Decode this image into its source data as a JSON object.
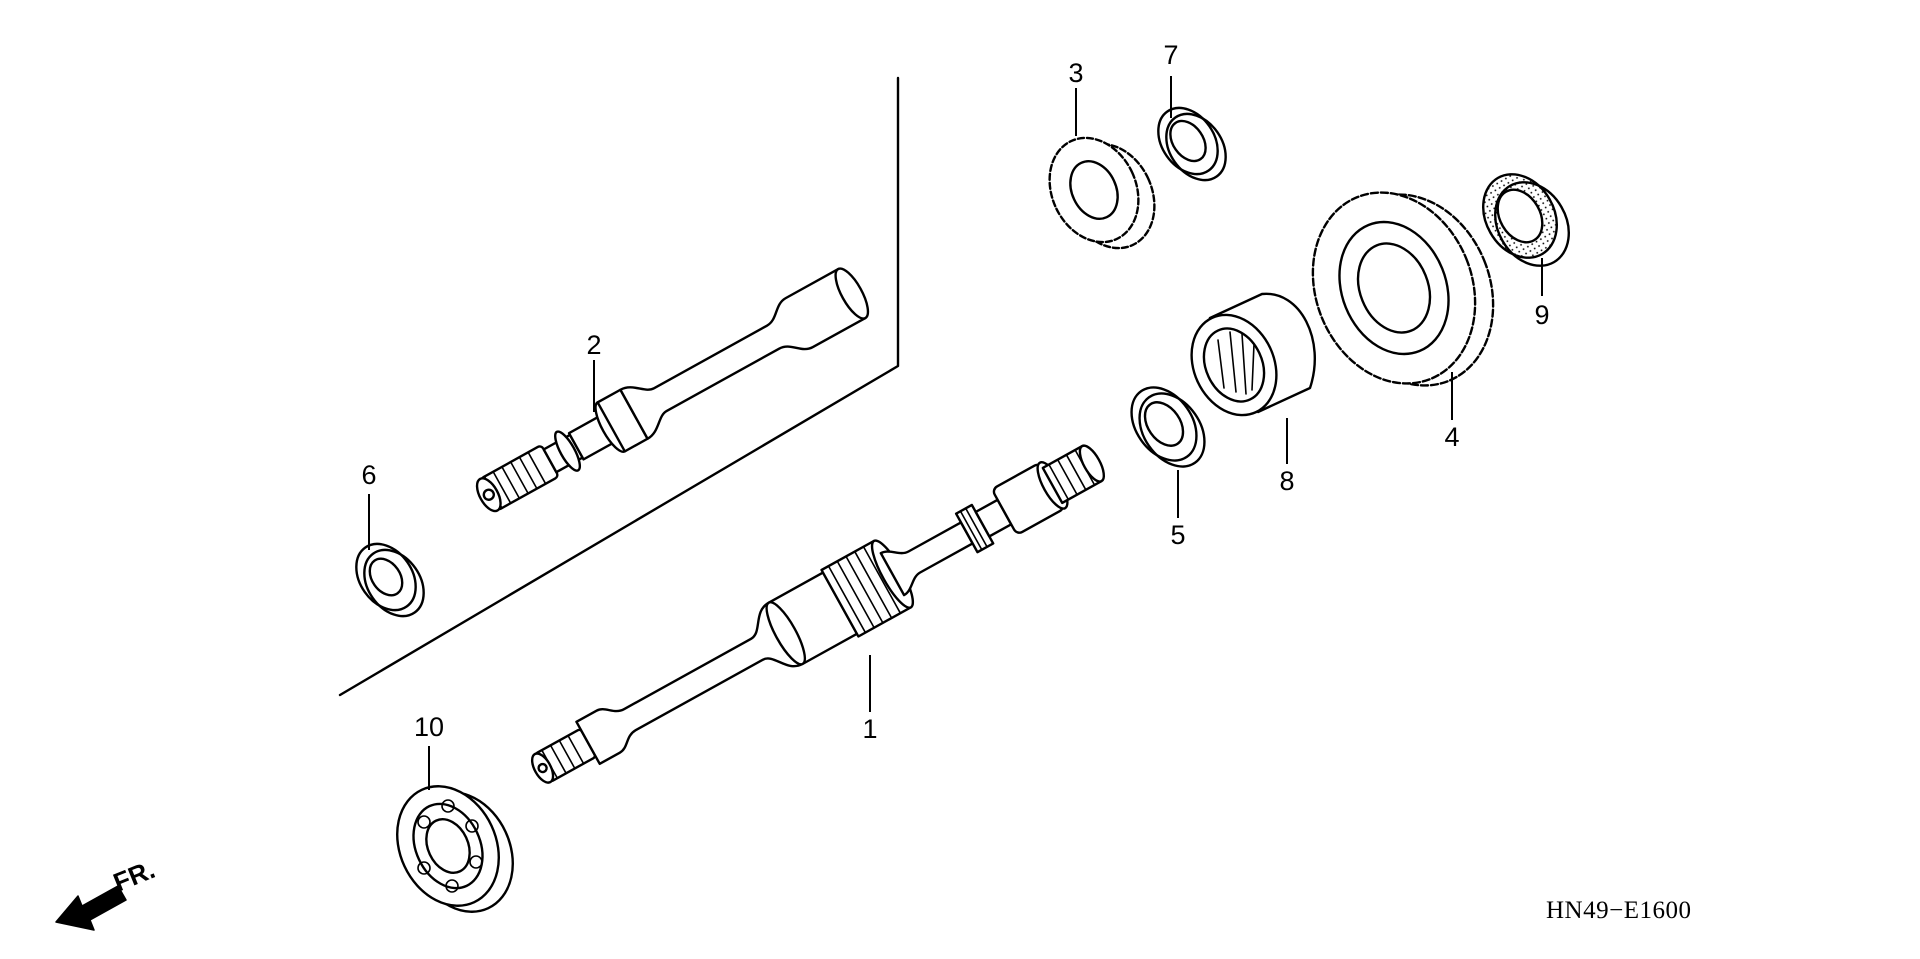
{
  "diagram": {
    "drawing_code": "HN49−E1600",
    "front_indicator": "FR.",
    "callouts": [
      {
        "number": "1",
        "part": "main-shaft"
      },
      {
        "number": "2",
        "part": "countershaft"
      },
      {
        "number": "3",
        "part": "small-gear"
      },
      {
        "number": "4",
        "part": "large-gear"
      },
      {
        "number": "5",
        "part": "thrust-washer"
      },
      {
        "number": "6",
        "part": "washer"
      },
      {
        "number": "7",
        "part": "washer"
      },
      {
        "number": "8",
        "part": "needle-bearing"
      },
      {
        "number": "9",
        "part": "oil-seal"
      },
      {
        "number": "10",
        "part": "ball-bearing"
      }
    ]
  }
}
